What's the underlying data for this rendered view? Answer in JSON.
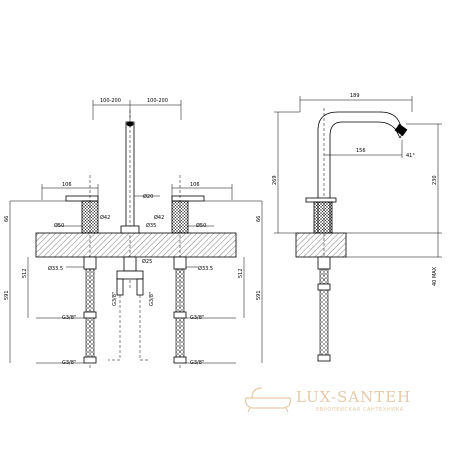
{
  "front_view": {
    "top_left_spacing": "100-200",
    "top_right_spacing": "100-200",
    "left_handle_width": "106",
    "right_handle_width": "106",
    "d20": "Ø20",
    "d42_left": "Ø42",
    "d50_left": "Ø50",
    "d42_right": "Ø42",
    "d50_right": "Ø50",
    "d35": "Ø35",
    "d25": "Ø25",
    "d33_5_left": "Ø33.5",
    "d33_5_right": "Ø33.5",
    "h66_left": "66",
    "h66_right": "66",
    "h512_left": "512",
    "h512_right": "512",
    "h591_left": "591",
    "h591_right": "591",
    "g38_left_mid": "G3/8\"",
    "g38_right_mid": "G3/8\"",
    "g38_left_bottom": "G3/8\"",
    "g38_right_bottom": "G3/8\"",
    "g38_center_left": "G3/8\"",
    "g38_center_right": "G3/8\""
  },
  "side_view": {
    "reach": "189",
    "outlet_reach": "156",
    "angle": "41°",
    "height_total": "269",
    "height_spout": "230",
    "max_thickness": "40 MAX"
  },
  "watermark": {
    "brand": "LUX-SANTEH",
    "tagline": "ЕВРОПЕЙСКАЯ САНТЕХНИКА"
  }
}
